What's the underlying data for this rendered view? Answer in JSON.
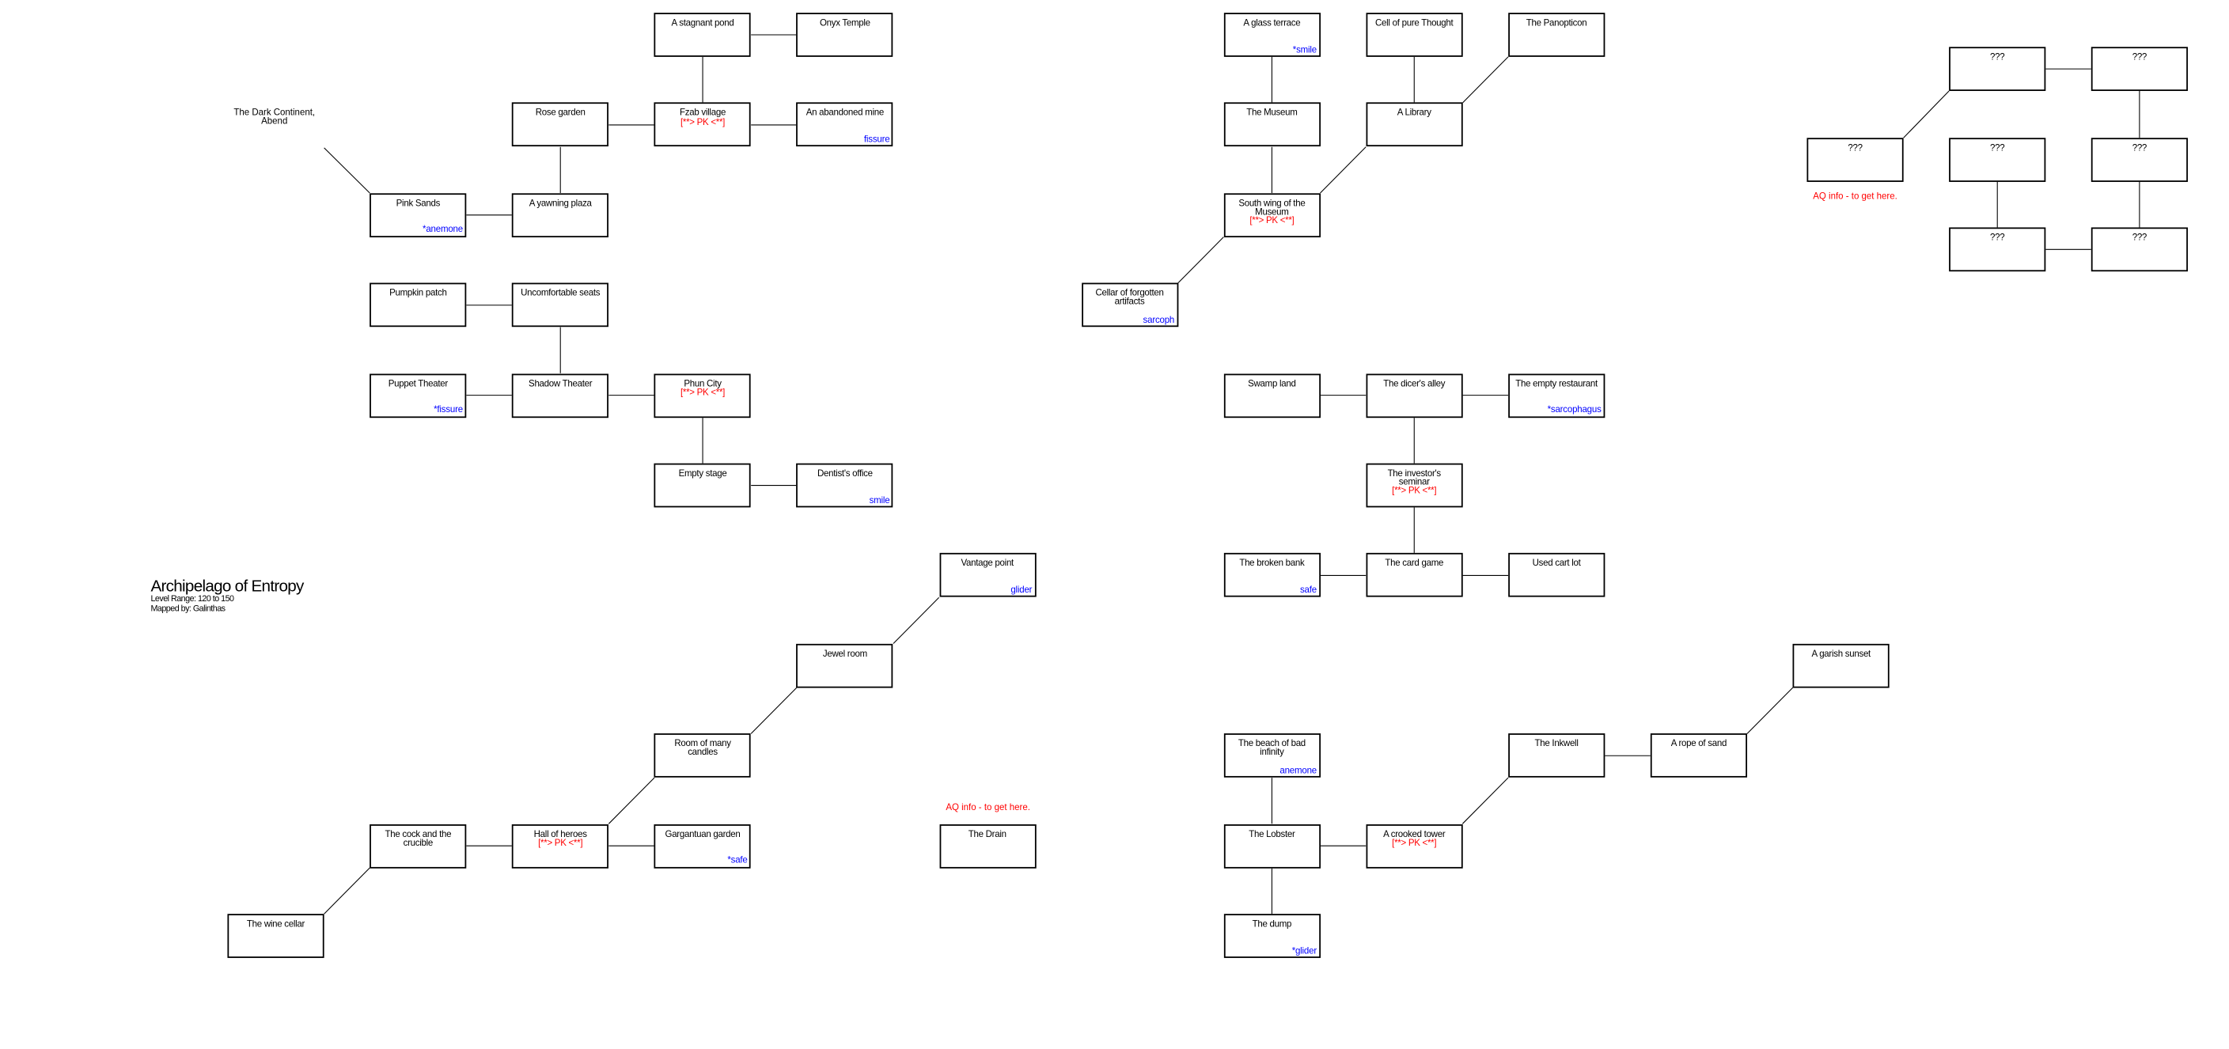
{
  "map": {
    "title": "Archipelago of Entropy",
    "level_range": "Level Range: 120 to 150",
    "mapped_by": "Mapped by: Galinthas"
  },
  "exit_label": "The Dark Continent, Abend",
  "aq_notes": [
    "AQ info - to get here.",
    "AQ info - to get here."
  ],
  "colors": {
    "pk": "#ff0000",
    "tag": "#0000ff",
    "line": "#000000"
  },
  "rooms": [
    {
      "name": "A stagnant pond"
    },
    {
      "name": "Onyx Temple"
    },
    {
      "name": "Rose garden"
    },
    {
      "name": "Fzab village",
      "pk": "[**> PK <**]"
    },
    {
      "name": "An abandoned mine",
      "tag": "fissure"
    },
    {
      "name": "Pink Sands",
      "tag": "*anemone"
    },
    {
      "name": "A yawning plaza"
    },
    {
      "name": "Pumpkin patch"
    },
    {
      "name": "Uncomfortable seats"
    },
    {
      "name": "Puppet Theater",
      "tag": "*fissure"
    },
    {
      "name": "Shadow Theater"
    },
    {
      "name": "Phun City",
      "pk": "[**> PK <**]"
    },
    {
      "name": "Empty stage"
    },
    {
      "name": "Dentist's office",
      "tag": "smile"
    },
    {
      "name": "A glass terrace",
      "tag": "*smile"
    },
    {
      "name": "Cell of pure Thought"
    },
    {
      "name": "The Panopticon"
    },
    {
      "name": "The Museum"
    },
    {
      "name": "A Library"
    },
    {
      "name": "South wing of the Museum",
      "pk": "[**> PK <**]"
    },
    {
      "name": "Cellar of forgotten artifacts",
      "tag": "sarcoph"
    },
    {
      "name": "Swamp land"
    },
    {
      "name": "The dicer's alley"
    },
    {
      "name": "The empty restaurant",
      "tag": "*sarcophagus"
    },
    {
      "name": "The investor's seminar",
      "pk": "[**> PK <**]"
    },
    {
      "name": "The broken bank",
      "tag": "safe"
    },
    {
      "name": "The card game"
    },
    {
      "name": "Used cart lot"
    },
    {
      "name": "Vantage point",
      "tag": "glider"
    },
    {
      "name": "Jewel room"
    },
    {
      "name": "Room of many candles"
    },
    {
      "name": "The cock and the crucible"
    },
    {
      "name": "Hall of heroes",
      "pk": "[**> PK <**]"
    },
    {
      "name": "Gargantuan garden",
      "tag": "*safe"
    },
    {
      "name": "The Drain"
    },
    {
      "name": "The wine cellar"
    },
    {
      "name": "A garish sunset"
    },
    {
      "name": "The Inkwell"
    },
    {
      "name": "A rope of sand"
    },
    {
      "name": "The beach of bad infinity",
      "tag": "anemone"
    },
    {
      "name": "The Lobster"
    },
    {
      "name": "A crooked tower",
      "pk": "[**> PK <**]"
    },
    {
      "name": "The dump",
      "tag": "*glider"
    },
    {
      "name": "???"
    },
    {
      "name": "???"
    },
    {
      "name": "???"
    },
    {
      "name": "???"
    },
    {
      "name": "???"
    },
    {
      "name": "???"
    },
    {
      "name": "???"
    }
  ]
}
